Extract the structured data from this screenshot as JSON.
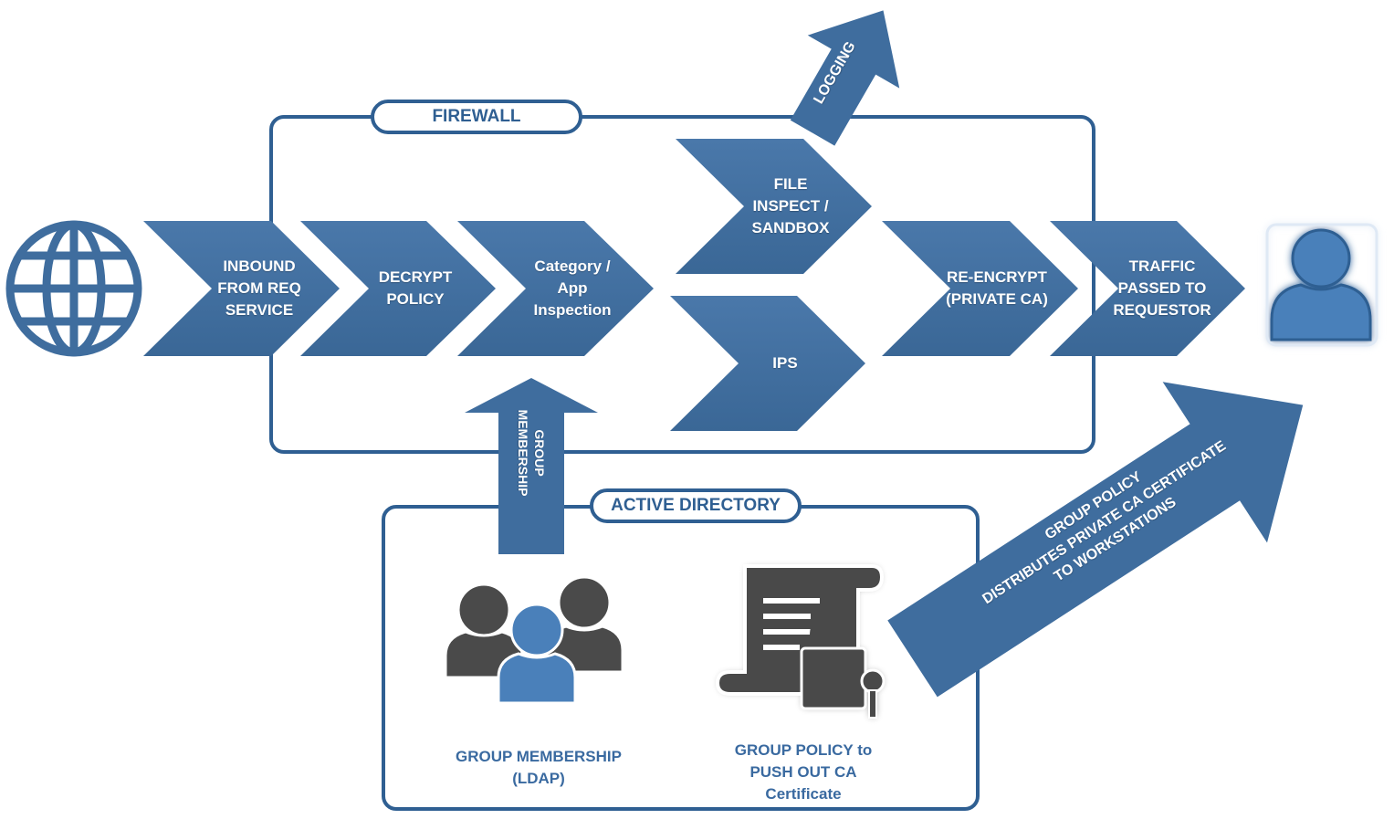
{
  "colors": {
    "arrow": "#3f6d9e",
    "frame": "#2f5f92",
    "caption": "#3a6aa0",
    "icon_dark": "#4a4a4a",
    "icon_blue": "#4a80ba"
  },
  "firewall": {
    "title": "FIREWALL"
  },
  "active_directory": {
    "title": "ACTIVE DIRECTORY"
  },
  "steps": {
    "inbound": "INBOUND\nFROM REQ\nSERVICE",
    "decrypt": "DECRYPT\nPOLICY",
    "category": "Category /\nApp\nInspection",
    "file_inspect": "FILE\nINSPECT /\nSANDBOX",
    "ips": "IPS",
    "reencrypt": "RE-ENCRYPT\n(PRIVATE CA)",
    "traffic": "TRAFFIC\nPASSED TO\nREQUESTOR"
  },
  "arrows": {
    "logging": "LOGGING",
    "group_membership": "GROUP\nMEMBERSHIP",
    "group_policy": "GROUP POLICY\nDISTRIBUTES PRIVATE CA CERTIFICATE\nTO WORKSTATIONS"
  },
  "captions": {
    "ldap": "GROUP MEMBERSHIP\n(LDAP)",
    "gpo": "GROUP POLICY to\nPUSH OUT CA\nCertificate"
  },
  "icons": {
    "internet": "globe-icon",
    "requestor": "user-icon",
    "group": "users-group-icon",
    "certificate": "certificate-lock-icon"
  }
}
